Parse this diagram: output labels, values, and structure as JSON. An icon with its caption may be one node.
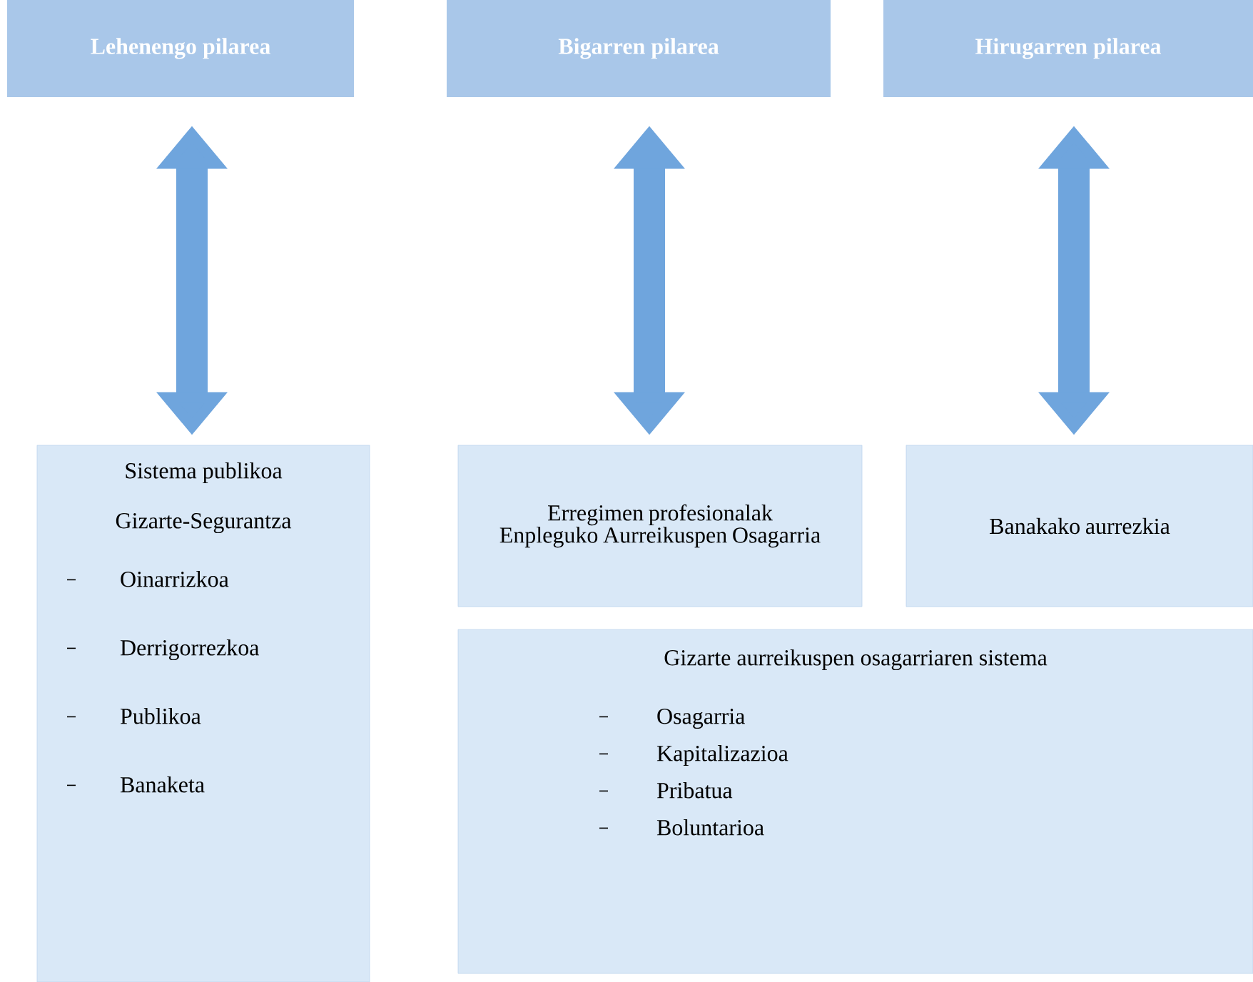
{
  "diagram": {
    "nodes": [
      {
        "text": [
          "Lehenengo pilarea"
        ]
      },
      {
        "text": [
          "Bigarren pilarea"
        ]
      },
      {
        "text": [
          "Hirugarren pilarea"
        ]
      },
      {
        "text": [
          "Sistema publikoa",
          "Gizarte-Segurantza",
          "Oinarrizkoa",
          "Derrigorrezkoa",
          "Publikoa",
          "Banaketa"
        ]
      },
      {
        "text": [
          "Erregimen profesionalak Enpleguko Aurreikuspen Osagarria"
        ]
      },
      {
        "text": [
          "Banakako aurrezkia"
        ]
      },
      {
        "text": [
          "Gizarte aurreikuspen osagarriaren sistema",
          "Osagarria",
          "Kapitalizazioa",
          "Pribatua",
          "Boluntarioa"
        ]
      }
    ],
    "edges": [
      {
        "from": 0,
        "to": 3,
        "arrow": "both"
      },
      {
        "from": 1,
        "to": 4,
        "arrow": "both"
      },
      {
        "from": 2,
        "to": 5,
        "arrow": "both"
      }
    ]
  }
}
